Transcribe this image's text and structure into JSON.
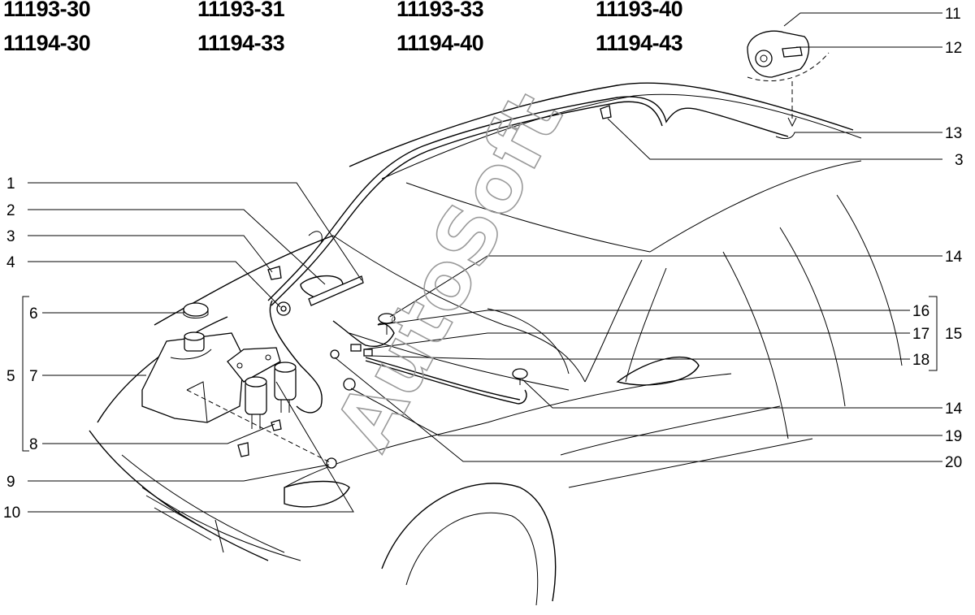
{
  "models": {
    "row1": [
      "11193-30",
      "11193-31",
      "11193-33",
      "11193-40"
    ],
    "row2": [
      "11194-30",
      "11194-33",
      "11194-40",
      "11194-43"
    ]
  },
  "callouts": {
    "left": [
      "1",
      "2",
      "3",
      "4",
      "6",
      "5",
      "7",
      "8",
      "9",
      "10"
    ],
    "right": [
      "11",
      "12",
      "13",
      "3",
      "14",
      "16",
      "17",
      "18",
      "15",
      "14",
      "19",
      "20"
    ]
  },
  "watermark": "AutoSoft"
}
